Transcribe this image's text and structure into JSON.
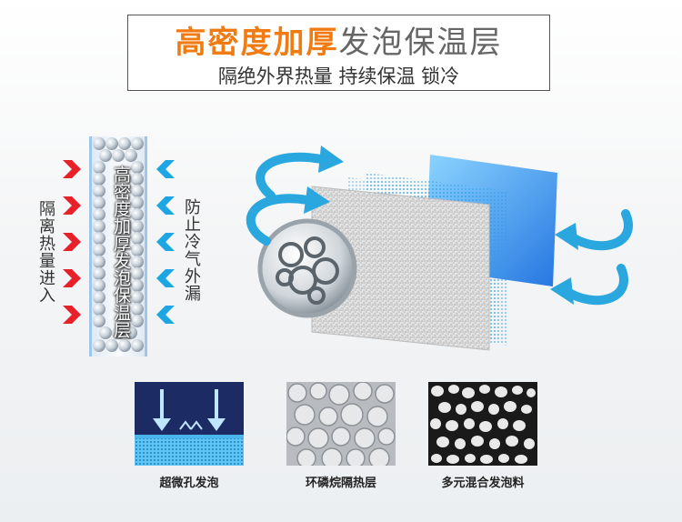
{
  "header": {
    "title_bold": "高密度加厚",
    "title_thin": "发泡保温层",
    "subtitle": "隔绝外界热量 持续保温 锁冷"
  },
  "diagram": {
    "left_label": "隔离热量进入",
    "right_label": "防止冷气外漏",
    "panel_label": "高密度加厚发泡保温层"
  },
  "materials": [
    {
      "label": "超微孔发泡",
      "icon": "microporous-foam-sample"
    },
    {
      "label": "环磷烷隔热层",
      "icon": "insulation-layer-sample"
    },
    {
      "label": "多元混合发泡料",
      "icon": "mixed-foam-sample"
    }
  ],
  "colors": {
    "title_accent": "#f07b13",
    "heat_arrow": "#e8202a",
    "cold_arrow": "#1da6e4",
    "swirl_arrow": "#29a7de"
  }
}
